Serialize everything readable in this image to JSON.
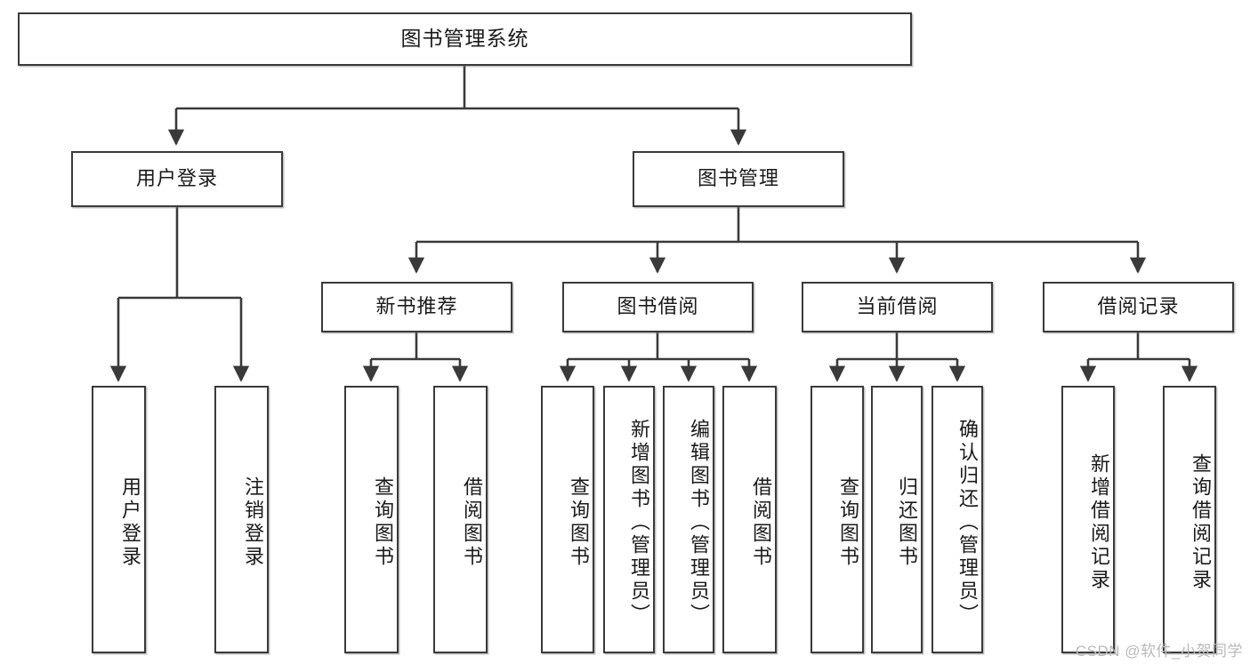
{
  "diagram": {
    "type": "tree",
    "title": "图书管理系统",
    "watermark": "CSDN @软件_小贺同学",
    "colors": {
      "stroke": "#3a3a3a",
      "fill": "#ffffff",
      "text": "#1a1a1a",
      "watermark": "#b9b9b9"
    },
    "root": {
      "label": "图书管理系统"
    },
    "level2": [
      {
        "label": "用户登录"
      },
      {
        "label": "图书管理"
      }
    ],
    "level3": [
      {
        "label": "新书推荐"
      },
      {
        "label": "图书借阅"
      },
      {
        "label": "当前借阅"
      },
      {
        "label": "借阅记录"
      }
    ],
    "leaves": {
      "user_login": [
        {
          "label": "用户登录"
        },
        {
          "label": "注销登录"
        }
      ],
      "new_book": [
        {
          "label": "查询图书"
        },
        {
          "label": "借阅图书"
        }
      ],
      "borrow_book": [
        {
          "label": "查询图书"
        },
        {
          "label": "新增图书（管理员）"
        },
        {
          "label": "编辑图书（管理员）"
        },
        {
          "label": "借阅图书"
        }
      ],
      "current_borrow": [
        {
          "label": "查询图书"
        },
        {
          "label": "归还图书"
        },
        {
          "label": "确认归还（管理员）"
        }
      ],
      "borrow_record": [
        {
          "label": "新增借阅记录"
        },
        {
          "label": "查询借阅记录"
        }
      ]
    }
  }
}
